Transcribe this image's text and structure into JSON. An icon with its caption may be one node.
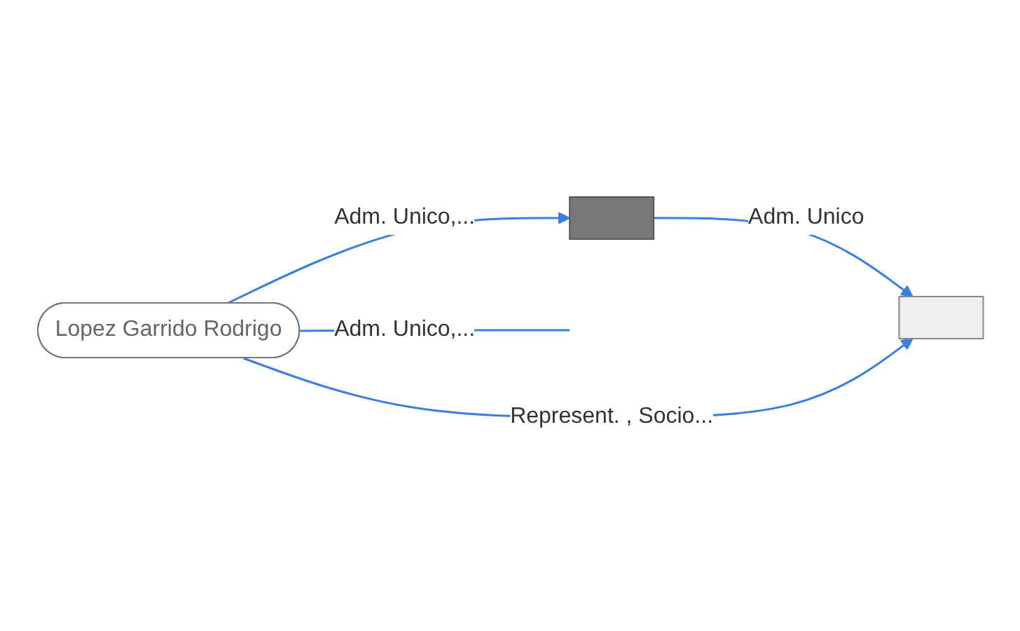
{
  "diagram": {
    "nodes": [
      {
        "text": [],
        "shape": "building"
      },
      {
        "text": [],
        "shape": "box"
      },
      {
        "text": [
          "Lopez Garrido Rodrigo"
        ]
      }
    ],
    "edges": [
      {
        "from": 2,
        "to": 0,
        "arrow": "to",
        "label": "Adm. Unico,..."
      },
      {
        "from": 0,
        "to": 1,
        "arrow": "to",
        "label": "Adm. Unico"
      },
      {
        "from": 2,
        "to": 1,
        "arrow": "to",
        "label": "Represent. , Socio..."
      },
      {
        "from": 2,
        "to": null,
        "arrow": "none",
        "label": "Adm. Unico,..."
      }
    ]
  }
}
